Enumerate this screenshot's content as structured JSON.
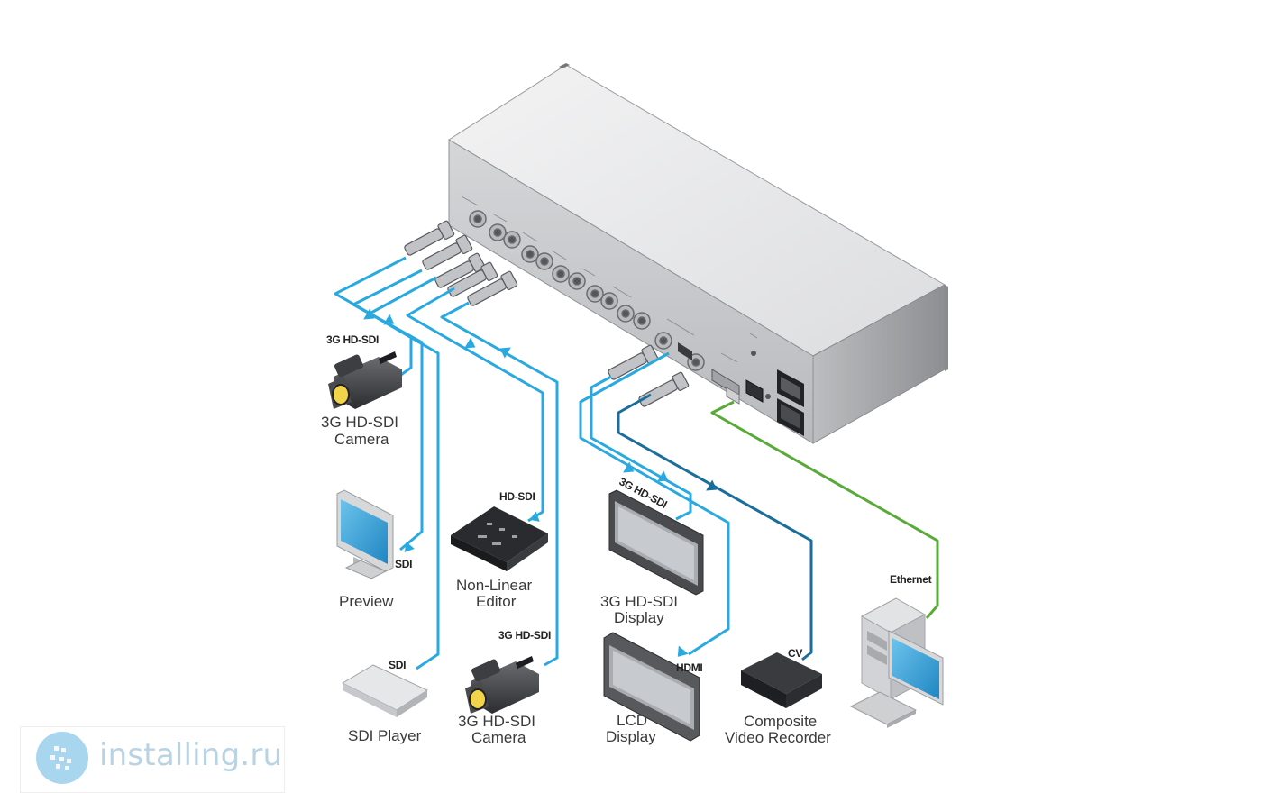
{
  "labels": {
    "cam1_port": "3G HD-SDI",
    "cam1_name_l1": "3G HD-SDI",
    "cam1_name_l2": "Camera",
    "preview_port": "SDI",
    "preview_name": "Preview",
    "player_port": "SDI",
    "player_name": "SDI Player",
    "nle_port": "HD-SDI",
    "nle_name_l1": "Non-Linear",
    "nle_name_l2": "Editor",
    "cam2_port": "3G HD-SDI",
    "cam2_name_l1": "3G HD-SDI",
    "cam2_name_l2": "Camera",
    "display3g_port": "3G HD-SDI",
    "display3g_name_l1": "3G HD-SDI",
    "display3g_name_l2": "Display",
    "lcd_port": "HDMI",
    "lcd_name_l1": "LCD",
    "lcd_name_l2": "Display",
    "recorder_port": "CV",
    "recorder_name_l1": "Composite",
    "recorder_name_l2": "Video Recorder",
    "pc_port": "Ethernet"
  },
  "watermark": {
    "text": "installing.ru"
  },
  "colors": {
    "sdi_cable": "#29a9df",
    "cv_cable": "#1b6e9a",
    "ethernet_cable": "#5aaa3a",
    "chassis_top": "#e9e9ea",
    "chassis_front": "#c6c7c9",
    "screen": "#3fa3d6"
  }
}
